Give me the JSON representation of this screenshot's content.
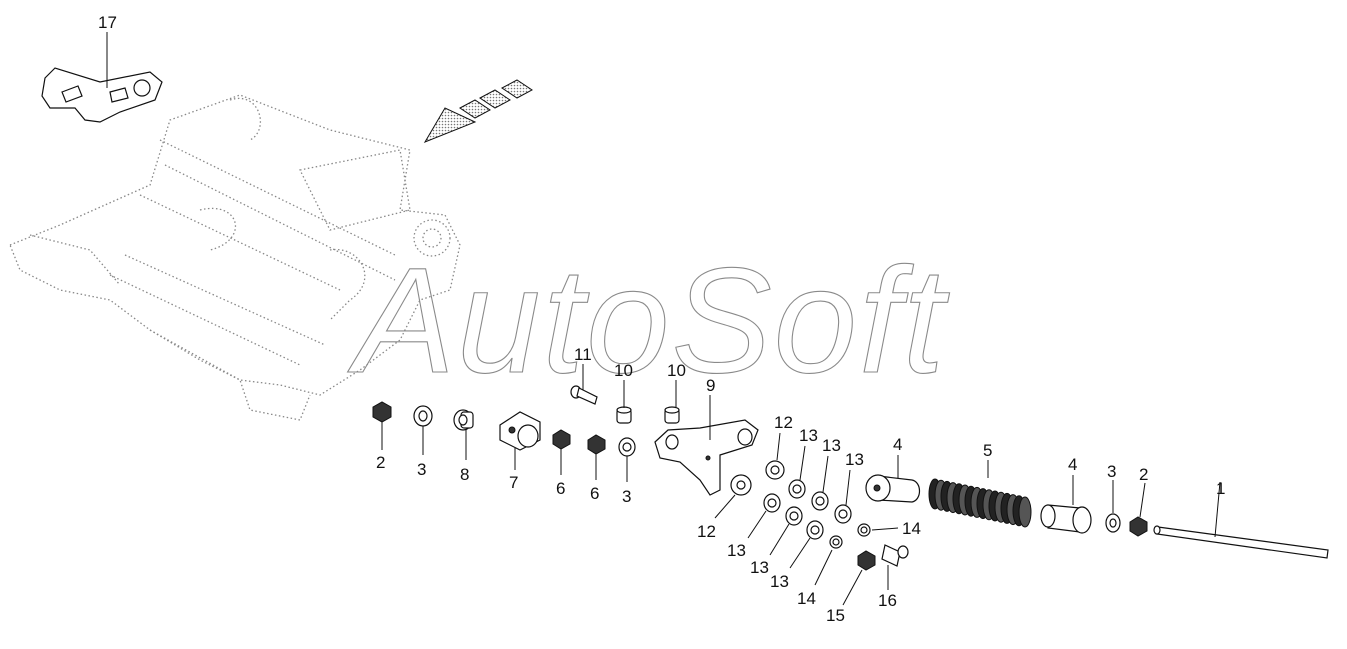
{
  "watermark": "AutoSoft",
  "callouts": [
    "17",
    "11",
    "10",
    "10",
    "9",
    "2",
    "3",
    "8",
    "7",
    "6",
    "6",
    "3",
    "12",
    "12",
    "13",
    "13",
    "13",
    "13",
    "13",
    "13",
    "4",
    "5",
    "4",
    "3",
    "2",
    "1",
    "14",
    "14",
    "15",
    "16"
  ],
  "colors": {
    "line": "#111111",
    "frame": "#888888",
    "watermark": "#8a8a8a",
    "arrow_fill": "#bbbbbb"
  },
  "icons": {
    "direction": "direction-arrow-icon"
  }
}
